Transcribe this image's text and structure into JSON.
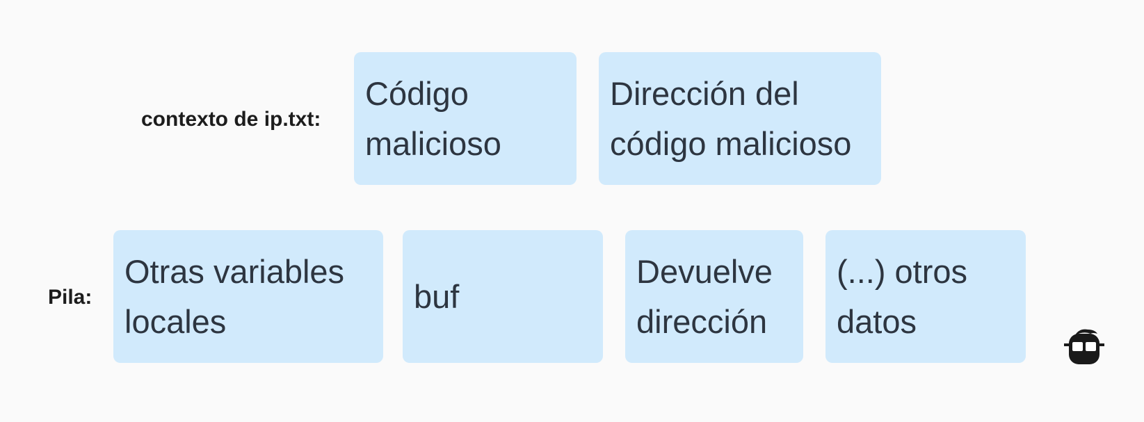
{
  "rows": {
    "context": {
      "label": "contexto de ip.txt:",
      "boxes": [
        {
          "text": "Código\nmalicioso"
        },
        {
          "text": "Dirección del\ncódigo malicioso"
        }
      ]
    },
    "stack": {
      "label": "Pila:",
      "boxes": [
        {
          "text": "Otras variables\nlocales"
        },
        {
          "text": "buf"
        },
        {
          "text": "Devuelve\ndirección"
        },
        {
          "text": "(...) otros\ndatos"
        }
      ]
    }
  },
  "colors": {
    "background": "#fafafa",
    "box_fill": "#d1eafc",
    "box_text": "#2d3540",
    "label_text": "#1d1d1d",
    "logo": "#1a1a1a"
  },
  "logo": {
    "icon": "geek-mascot-icon"
  }
}
